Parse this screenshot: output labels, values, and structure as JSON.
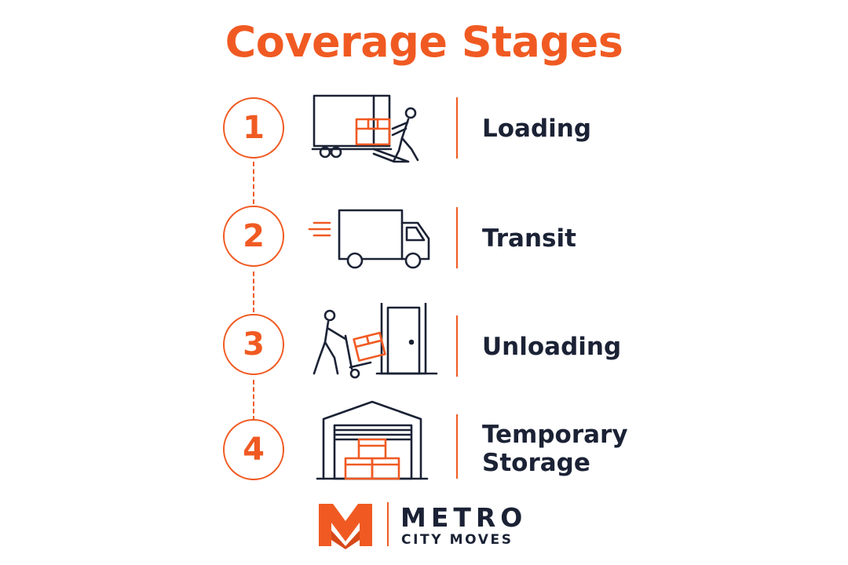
{
  "title": "Coverage Stages",
  "colors": {
    "accent": "#f05a22",
    "ink": "#1b2235",
    "background": "#ffffff"
  },
  "stages": [
    {
      "number": "1",
      "label": "Loading",
      "icon": "truck-loading-icon"
    },
    {
      "number": "2",
      "label": "Transit",
      "icon": "moving-truck-icon"
    },
    {
      "number": "3",
      "label": "Unloading",
      "icon": "hand-truck-door-icon"
    },
    {
      "number": "4",
      "label_line1": "Temporary",
      "label_line2": "Storage",
      "icon": "storage-garage-icon"
    }
  ],
  "brand": {
    "name": "METRO",
    "tagline": "CITY MOVES",
    "logo_icon": "metro-m-logo-icon"
  }
}
